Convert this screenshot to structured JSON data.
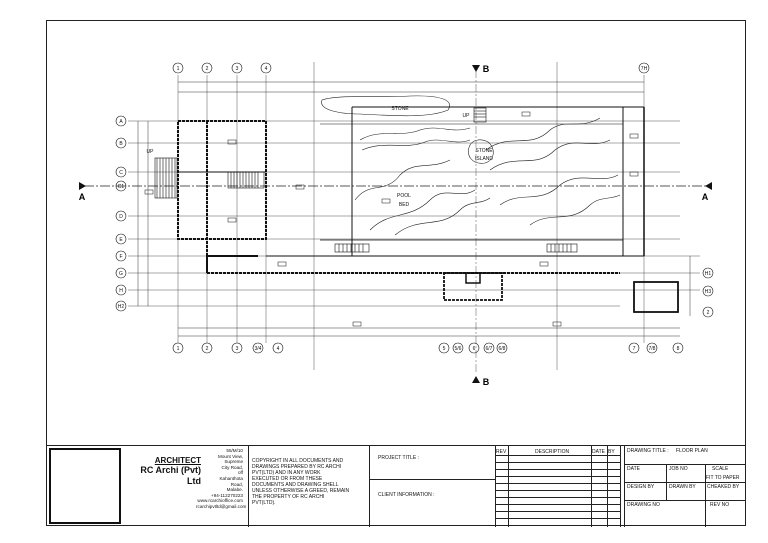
{
  "plan": {
    "grid_top": [
      "1",
      "2",
      "3",
      "4",
      "7H"
    ],
    "grid_bottom": [
      "1",
      "2",
      "3",
      "3/4",
      "4",
      "5",
      "5/6",
      "6",
      "6/7",
      "6/8",
      "7",
      "7/8",
      "8"
    ],
    "grid_left": [
      "A",
      "B",
      "C",
      "C1",
      "D",
      "E",
      "F",
      "G",
      "H",
      "H2"
    ],
    "grid_right": [
      "H1",
      "H3",
      "2"
    ],
    "section_a": "A",
    "section_b": "B",
    "labels": {
      "stone": "STONE",
      "stone_island": [
        "STONE",
        "ISLAND"
      ],
      "pool_bed": [
        "POOL",
        "BED"
      ],
      "up_1": "UP",
      "up_2": "UP"
    }
  },
  "titleblock": {
    "arch_title": "ARCHITECT",
    "company": "RC Archi (Pvt) Ltd",
    "address": [
      "55/M/10",
      "Mount View,",
      "Supreme",
      "City Road,",
      "off",
      "Kahanthota",
      "Road,",
      "Malabe.",
      "+94-112270223",
      "www.rcarchioffice.com",
      "rcarchipvtltd@gmail.com"
    ],
    "copyright": [
      "COPYRIGHT IN ALL DOCUMENTS AND",
      "DRAWINGS PREPARED BY RC ARCHI",
      "PVT(LTD) AND IN ANY WORK",
      "EXECUTED OR FROM THESE",
      "DOCUMENTS AND DRAWING SHELL",
      "UNLESS OTHERWISE A GREED, REMAIN",
      "THE PROPERTY OF RC ARCHI",
      "PVT(LTD)."
    ],
    "project_title": "PROJECT TITLE :",
    "client_info": "CLIENT INFORMATION :",
    "rev_header": {
      "rev": "REV",
      "description": "DESCRIPTION",
      "date": "DATE",
      "by": "BY"
    },
    "drawing_title_label": "DRAWING TITLE :",
    "drawing_title": "FLOOR PLAN",
    "date": "DATE",
    "job_no": "JOB NO",
    "scale": "SCALE",
    "scale_value": "FIT TO PAPER",
    "design_by": "DESIGN BY",
    "drawn_by": "DRAWN BY",
    "checked_by": "CHEAKED BY",
    "drawing_no": "DRAWING NO",
    "rev_no": "REV NO"
  }
}
